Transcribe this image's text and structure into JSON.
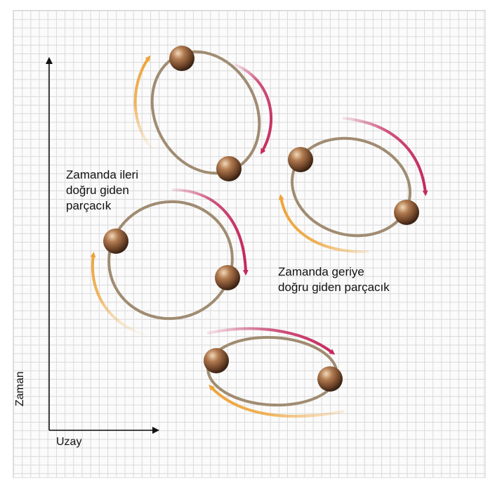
{
  "labels": {
    "forward_particle": "Zamanda ileri\ndoğru giden\nparçacık",
    "backward_particle": "Zamanda geriye\ndoğru giden parçacık"
  },
  "axes": {
    "x_label": "Uzay",
    "y_label": "Zaman"
  },
  "colors": {
    "loop": "#a08c72",
    "forward_arrow": "#c42a5c",
    "backward_arrow": "#eea43a",
    "particle": "#8a5a38",
    "grid": "#d9d9d9",
    "axis": "#111111"
  }
}
